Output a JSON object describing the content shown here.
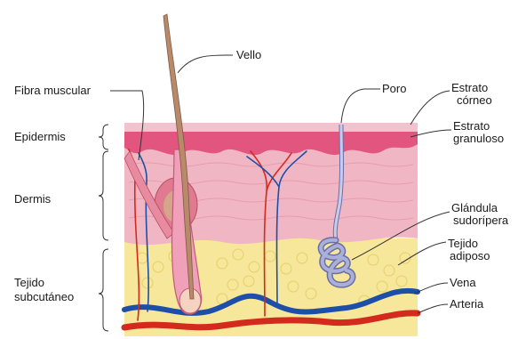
{
  "colors": {
    "stratum_corneum": "#f2c2cf",
    "epidermis": "#e2557f",
    "dermis": "#f1b6c4",
    "subcutaneous": "#f6e79a",
    "vein": "#1e4fa8",
    "artery": "#d42a1e",
    "hair": "#b88a6a",
    "gland": "#aab0d8"
  },
  "labels": {
    "vello": "Vello",
    "fibra_muscular": "Fibra muscular",
    "poro": "Poro",
    "estrato_corneo": [
      "Estrato",
      "córneo"
    ],
    "epidermis": "Epidermis",
    "estrato_granuloso": [
      "Estrato",
      "granuloso"
    ],
    "dermis": "Dermis",
    "glandula_sudoripara": [
      "Glándula",
      "sudorípera"
    ],
    "tejido_adiposo": [
      "Tejido",
      "adiposo"
    ],
    "tejido_subcutaneo": [
      "Tejido",
      "subcutáneo"
    ],
    "vena": "Vena",
    "arteria": "Arteria"
  }
}
